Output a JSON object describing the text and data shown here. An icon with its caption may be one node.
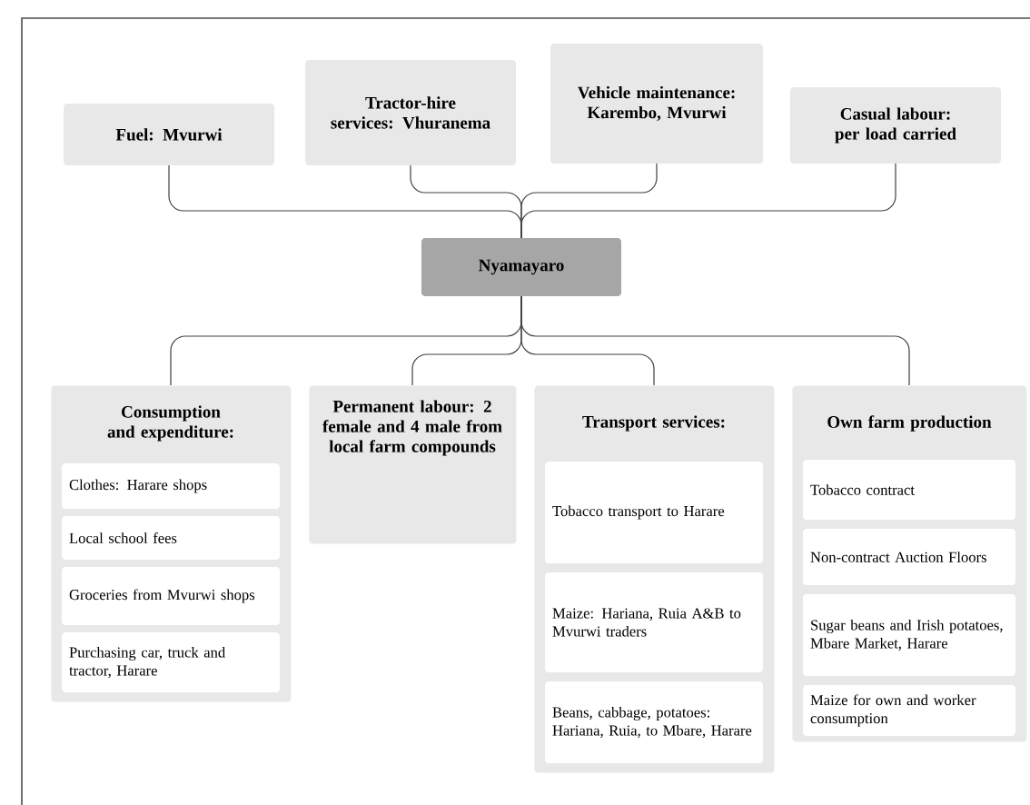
{
  "diagram": {
    "nodes": [
      {
        "text": [
          "Fuel: Mvurwi"
        ]
      },
      {
        "text": [
          "Tractor-hire services: Vhuranema"
        ]
      },
      {
        "text": [
          "Vehicle maintenance: Karembo, Mvurwi"
        ]
      },
      {
        "text": [
          "Casual labour: per load carried"
        ]
      },
      {
        "text": [
          "Nyamayaro"
        ]
      },
      {
        "text": [
          "Consumption and expenditure:"
        ]
      },
      {
        "text": [
          "Clothes: Harare shops"
        ],
        "in": 5
      },
      {
        "text": [
          "Local school fees"
        ],
        "in": 5
      },
      {
        "text": [
          "Groceries from Mvurwi shops"
        ],
        "in": 5
      },
      {
        "text": [
          "Purchasing car, truck and tractor, Harare"
        ],
        "in": 5
      },
      {
        "text": [
          "Permanent labour: 2 female and 4 male from local farm compounds"
        ]
      },
      {
        "text": [
          "Transport services:"
        ]
      },
      {
        "text": [
          "Tobacco transport to Harare"
        ],
        "in": 11
      },
      {
        "text": [
          "Maize: Hariana, Ruia A&B to Mvurwi traders"
        ],
        "in": 11
      },
      {
        "text": [
          "Beans, cabbage, potatoes: Hariana, Ruia, to Mbare, Harare"
        ],
        "in": 11
      },
      {
        "text": [
          "Own farm production"
        ]
      },
      {
        "text": [
          "Tobacco contract"
        ],
        "in": 15
      },
      {
        "text": [
          "Non-contract Auction Floors"
        ],
        "in": 15
      },
      {
        "text": [
          "Sugar beans and Irish potatoes, Mbare Market, Harare"
        ],
        "in": 15
      },
      {
        "text": [
          "Maize for own and worker consumption"
        ],
        "in": 15
      }
    ],
    "edges": [
      {
        "from": 0,
        "to": 4,
        "arrow": "none"
      },
      {
        "from": 1,
        "to": 4,
        "arrow": "none"
      },
      {
        "from": 2,
        "to": 4,
        "arrow": "none"
      },
      {
        "from": 3,
        "to": 4,
        "arrow": "none"
      },
      {
        "from": 4,
        "to": 5,
        "arrow": "none"
      },
      {
        "from": 4,
        "to": 10,
        "arrow": "none"
      },
      {
        "from": 4,
        "to": 11,
        "arrow": "none"
      },
      {
        "from": 4,
        "to": 15,
        "arrow": "none"
      }
    ]
  }
}
